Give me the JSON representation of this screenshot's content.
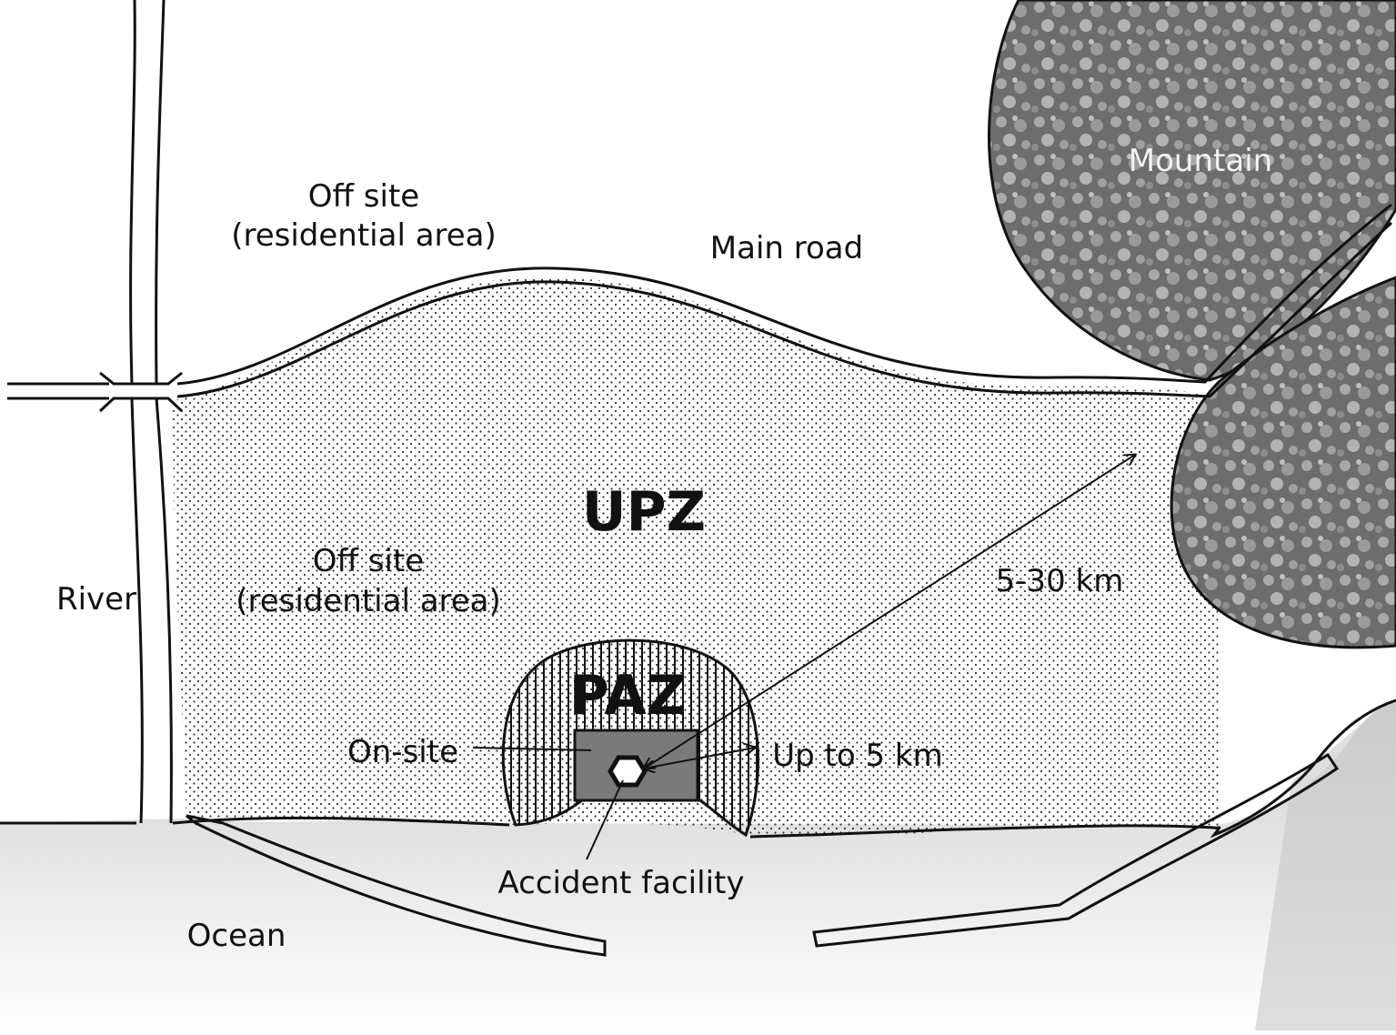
{
  "labels": {
    "mountain": "Mountain",
    "off_site_top_line1": "Off site",
    "off_site_top_line2": "(residential  area)",
    "main_road": "Main road",
    "upz": "UPZ",
    "off_site_mid_line1": "Off site",
    "off_site_mid_line2": "(residential  area)",
    "river": "River",
    "range_upz": "5-30 km",
    "paz": "PAZ",
    "on_site": "On-site",
    "range_paz": "Up to 5 km",
    "accident_facility": "Accident  facility",
    "ocean": "Ocean"
  },
  "colors": {
    "ink": "#111111",
    "mountain_fill": "#6f6f6f",
    "ocean_fill": "#d9d9d9",
    "on_site_fill": "#7a7a7a",
    "upz_dots": "#333333"
  }
}
